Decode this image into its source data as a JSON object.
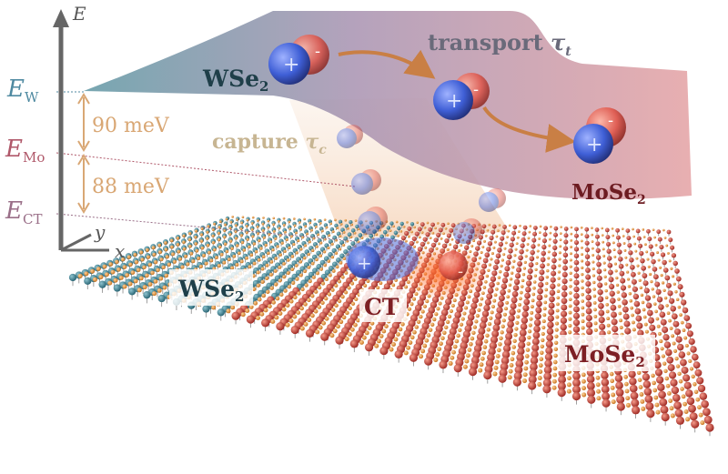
{
  "axis": {
    "energy_symbol": "E",
    "x_symbol": "x",
    "y_symbol": "y"
  },
  "levels": {
    "w": {
      "symbol": "E",
      "subscript": "W"
    },
    "mo": {
      "symbol": "E",
      "subscript": "Mo"
    },
    "ct": {
      "symbol": "E",
      "subscript": "CT"
    }
  },
  "gaps": {
    "upper": "90 meV",
    "lower": "88 meV"
  },
  "band": {
    "wse2_label": "WSe",
    "wse2_sub": "2",
    "mose2_label": "MoSe",
    "mose2_sub": "2",
    "transport_word": "transport ",
    "transport_tau": "τ",
    "transport_sub": "t"
  },
  "capture": {
    "word": "capture ",
    "tau": "τ",
    "sub": "c"
  },
  "lattice": {
    "wse2_label": "WSe",
    "wse2_sub": "2",
    "ct_label": "CT",
    "mose2_label": "MoSe",
    "mose2_sub": "2"
  },
  "carriers": {
    "plus": "+",
    "minus": "-"
  },
  "colors": {
    "w_level": "#4f8aa1",
    "mo_level": "#b0586a",
    "ct_level": "#9a6f88",
    "gap_arrow": "#d9a774",
    "band_left": "#5f97a3",
    "band_right": "#e4a1a3",
    "transport_arrow": "#c97f45",
    "wse2_atom": "#3a7c8c",
    "mose2_atom": "#c8403a",
    "se_atom": "#e08a2e",
    "electron": "#3f5fd6",
    "hole": "#e0574b"
  }
}
